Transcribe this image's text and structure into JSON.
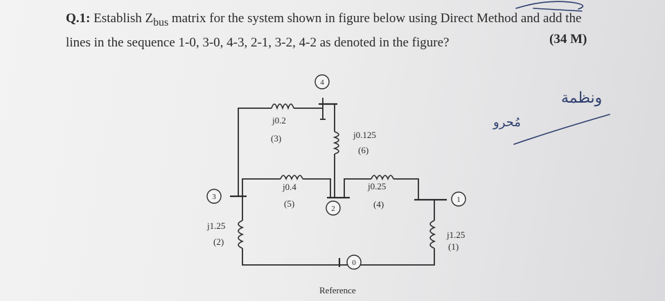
{
  "question": {
    "label": "Q.1:",
    "text_before_z": "Establish Z",
    "z_subscript": "bus",
    "text_after_z": "matrix for the system shown in figure below using Direct Method and add the",
    "line2": "lines in the sequence 1-0, 3-0, 4-3, 2-1, 3-2, 4-2 as denoted in the figure?",
    "marks": "(34 M)"
  },
  "figure": {
    "nodes": [
      "4",
      "3",
      "2",
      "1",
      "0"
    ],
    "elements": [
      {
        "value": "j0.2",
        "number": "(3)"
      },
      {
        "value": "j0.125",
        "number": "(6)"
      },
      {
        "value": "j0.4",
        "number": "(5)"
      },
      {
        "value": "j0.25",
        "number": "(4)"
      },
      {
        "value": "j1.25",
        "number": "(2)"
      },
      {
        "value": "j1.25",
        "number": "(1)"
      }
    ],
    "reference_label": "Reference"
  },
  "handwriting": {
    "note_top": "ونظمة",
    "note_bottom": "مُحرو"
  }
}
